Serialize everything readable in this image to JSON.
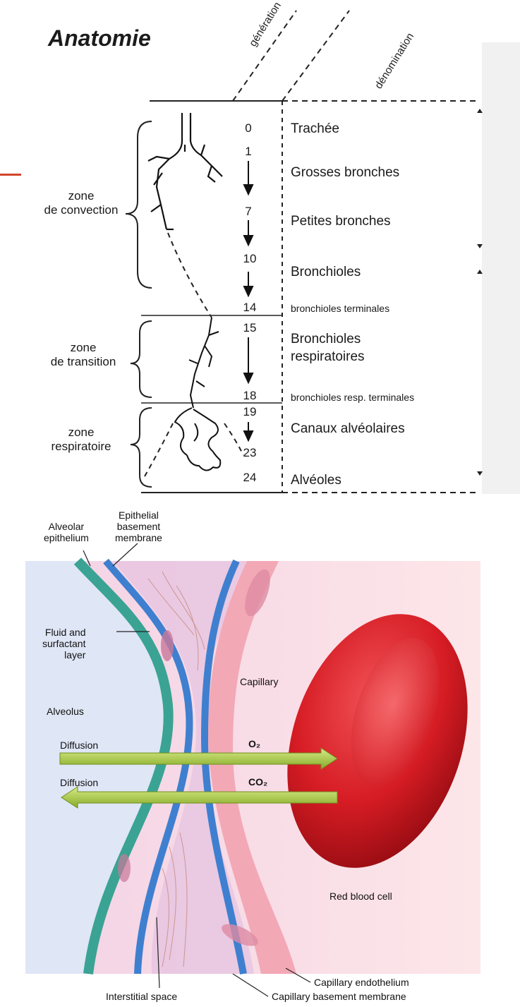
{
  "title": "Anatomie",
  "headers": {
    "generation": "génération",
    "denomination": "dénomination"
  },
  "generations": [
    "0",
    "1",
    "7",
    "10",
    "14",
    "15",
    "18",
    "19",
    "23",
    "24"
  ],
  "denominations": {
    "trachee": "Trachée",
    "grosses_bronches": "Grosses bronches",
    "petites_bronches": "Petites bronches",
    "bronchioles": "Bronchioles",
    "bronchioles_terminales": "bronchioles terminales",
    "bronchioles_respiratoires_1": "Bronchioles",
    "bronchioles_respiratoires_2": "respiratoires",
    "bronchioles_resp_terminales": "bronchioles resp. terminales",
    "canaux_alveolaires": "Canaux alvéolaires",
    "alveoles": "Alvéoles"
  },
  "zones": {
    "convection": [
      "zone",
      "de convection"
    ],
    "transition": [
      "zone",
      "de transition"
    ],
    "respiratoire": [
      "zone",
      "respiratoire"
    ]
  },
  "membrane": {
    "alveolar_epithelium": [
      "Alveolar",
      "epithelium"
    ],
    "epithelial_basement_membrane": [
      "Epithelial",
      "basement",
      "membrane"
    ],
    "fluid_layer": [
      "Fluid and",
      "surfactant",
      "layer"
    ],
    "alveolus": "Alveolus",
    "capillary": "Capillary",
    "diffusion_o2": "Diffusion",
    "diffusion_co2": "Diffusion",
    "o2": "O₂",
    "co2": "CO₂",
    "red_blood_cell": "Red blood cell",
    "interstitial_space": "Interstitial space",
    "capillary_endothelium": "Capillary endothelium",
    "capillary_basement_membrane": "Capillary basement membrane"
  },
  "colors": {
    "alveolus_bg": "#dfe6f6",
    "capillary_bg": "#fbe1e3",
    "epithelium": "#3aa394",
    "basement": "#3f7fcf",
    "interstitium": "#e8c3dd",
    "rbc": "#d81e26",
    "arrow": "#a6c94a",
    "accent": "#d2452b"
  }
}
